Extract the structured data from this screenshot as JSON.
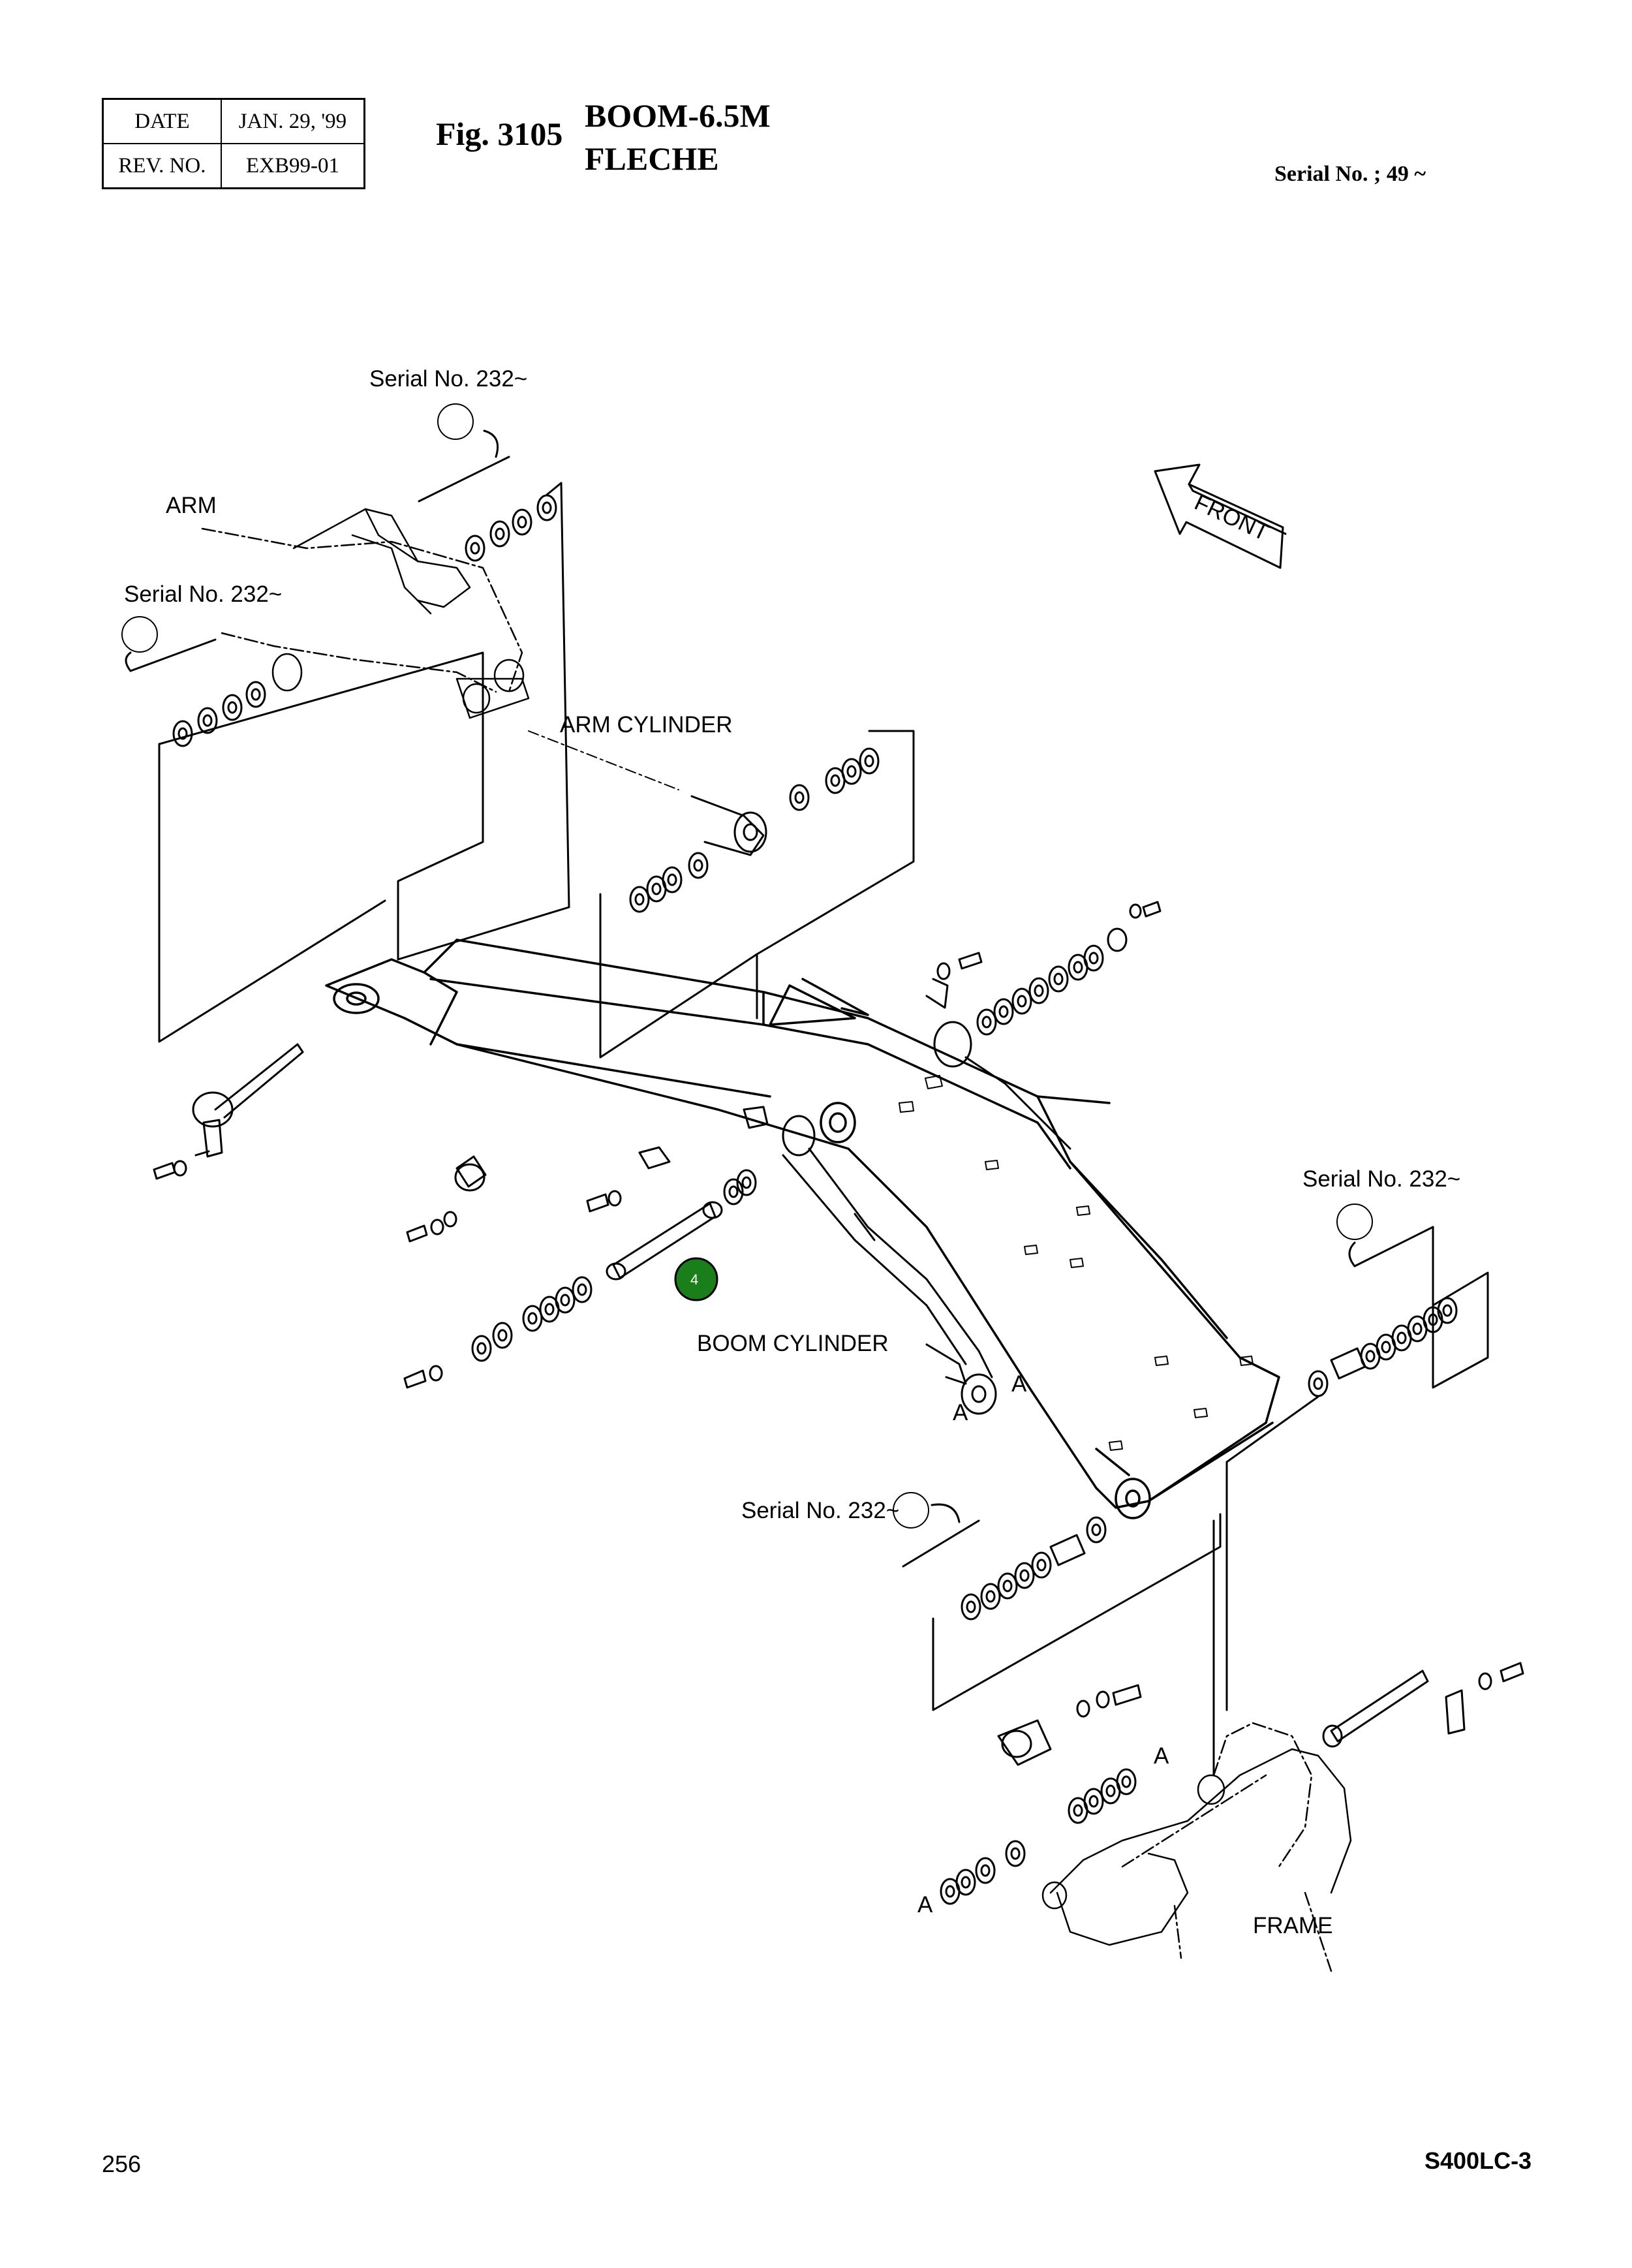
{
  "header": {
    "date_label": "DATE",
    "date_value": "JAN. 29, '99",
    "rev_label": "REV. NO.",
    "rev_value": "EXB99-01",
    "fig_number": "Fig. 3105",
    "title_line1": "BOOM-6.5M",
    "title_line2": "FLECHE",
    "serial": "Serial No. ; 49 ~"
  },
  "labels": {
    "serial_232": "Serial No. 232~",
    "arm": "ARM",
    "arm_cylinder": "ARM CYLINDER",
    "boom_cylinder": "BOOM CYLINDER",
    "frame": "FRAME",
    "front": "FRONT",
    "ref_a": "A"
  },
  "callouts": [
    {
      "number": "4",
      "color": "#1a7f1a"
    }
  ],
  "footer": {
    "page": "256",
    "model": "S400LC-3"
  }
}
